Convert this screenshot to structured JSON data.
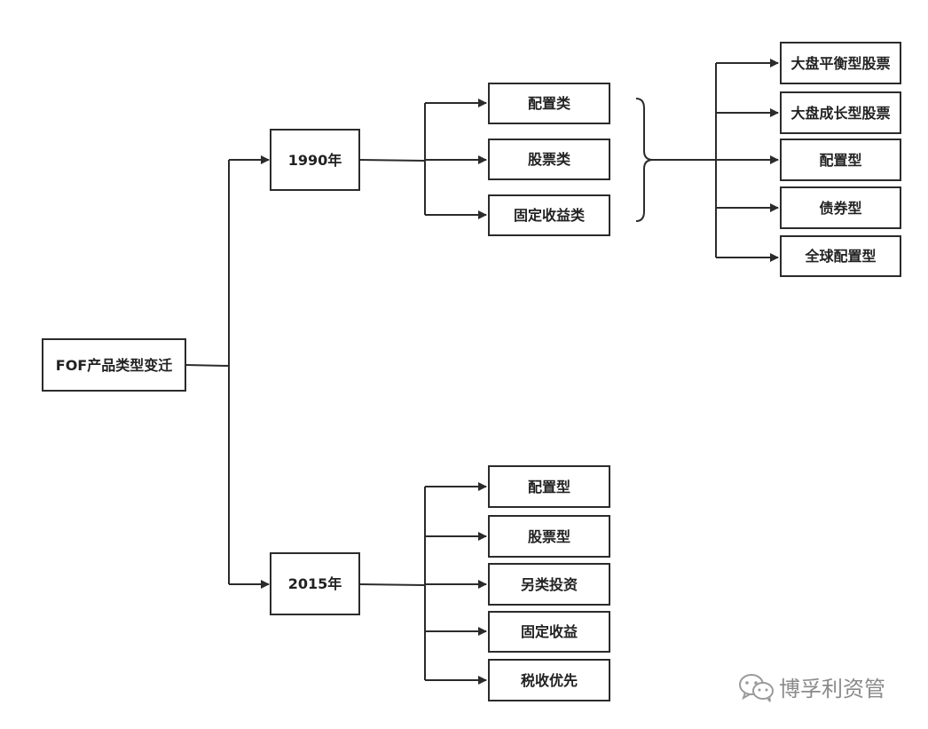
{
  "root": {
    "label": "FOF产品类型变迁"
  },
  "branches": [
    {
      "label": "1990年",
      "categories": [
        "配置类",
        "股票类",
        "固定收益类"
      ],
      "subtypes": [
        "大盘平衡型股票",
        "大盘成长型股票",
        "配置型",
        "债券型",
        "全球配置型"
      ]
    },
    {
      "label": "2015年",
      "categories": [
        "配置型",
        "股票型",
        "另类投资",
        "固定收益",
        "税收优先"
      ]
    }
  ],
  "watermark": {
    "text": "博孚利资管",
    "icon": "wechat-icon"
  }
}
